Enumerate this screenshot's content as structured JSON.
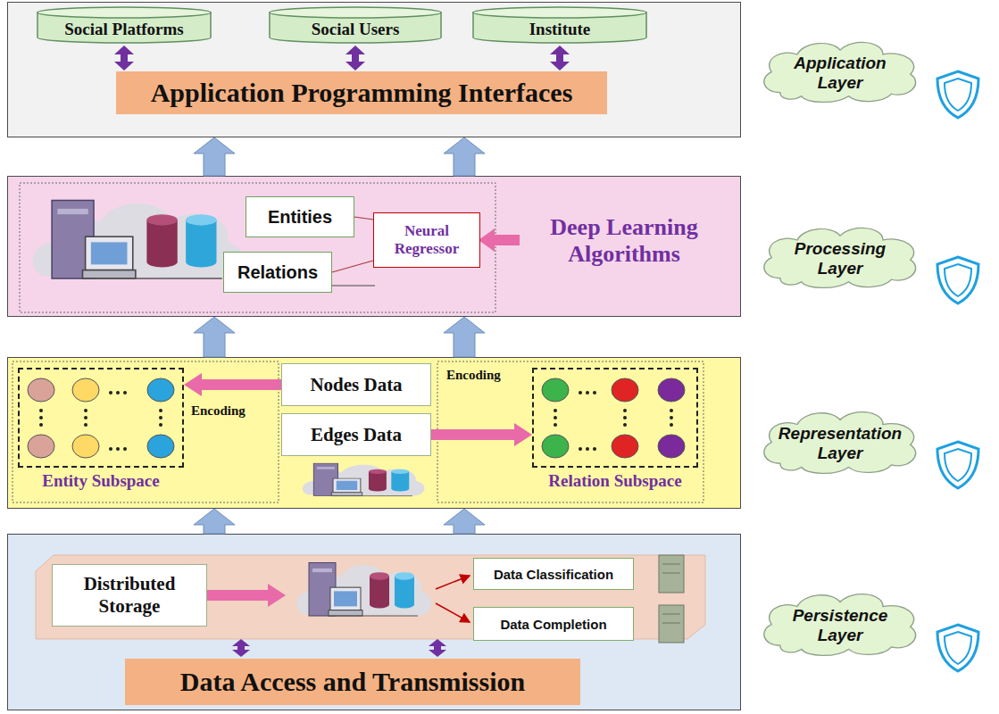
{
  "diagram": {
    "nodes": [
      {
        "text": []
      },
      {
        "text": [
          "Social Platforms"
        ],
        "in": 0
      },
      {
        "text": [
          "Social Users"
        ],
        "in": 0
      },
      {
        "text": [
          "Institute"
        ],
        "in": 0
      },
      {
        "text": [
          "Application Programming Interfaces"
        ],
        "in": 0
      },
      {
        "text": [
          "Application Layer"
        ]
      },
      {
        "text": [
          "Deep Learning Algorithms"
        ]
      },
      {
        "text": [
          "Entities"
        ],
        "in": 6
      },
      {
        "text": [
          "Relations"
        ],
        "in": 6
      },
      {
        "text": [
          "Neural Regressor"
        ],
        "in": 6
      },
      {
        "text": [
          "Processing Layer"
        ]
      },
      {
        "text": []
      },
      {
        "text": [
          "Entity Subspace"
        ],
        "in": 11
      },
      {
        "text": [
          "Nodes Data"
        ],
        "in": 11
      },
      {
        "text": [
          "Edges Data"
        ],
        "in": 11
      },
      {
        "text": [
          "Relation Subspace"
        ],
        "in": 11
      },
      {
        "text": [
          "Representation Layer"
        ]
      },
      {
        "text": []
      },
      {
        "text": [
          "Distributed Storage"
        ],
        "in": 17
      },
      {
        "text": [
          "Data Classification"
        ],
        "in": 17
      },
      {
        "text": [
          "Data Completion"
        ],
        "in": 17
      },
      {
        "text": [
          "Data Access and Transmission"
        ],
        "in": 17
      },
      {
        "text": [
          "Persistence Layer"
        ]
      }
    ],
    "edges": [
      {
        "from": 1,
        "to": 4,
        "arrow": "both"
      },
      {
        "from": 2,
        "to": 4,
        "arrow": "both"
      },
      {
        "from": 3,
        "to": 4,
        "arrow": "both"
      },
      {
        "from": 6,
        "to": 0,
        "arrow": "to"
      },
      {
        "from": 6,
        "to": 0,
        "arrow": "to"
      },
      {
        "from": 11,
        "to": 6,
        "arrow": "to"
      },
      {
        "from": 11,
        "to": 6,
        "arrow": "to"
      },
      {
        "from": 17,
        "to": 11,
        "arrow": "to"
      },
      {
        "from": 17,
        "to": 11,
        "arrow": "to"
      },
      {
        "from": 7,
        "to": 9,
        "arrow": "none"
      },
      {
        "from": 8,
        "to": 9,
        "arrow": "none"
      },
      {
        "from": 13,
        "to": 12,
        "arrow": "to"
      },
      {
        "from": 14,
        "to": 15,
        "arrow": "to"
      }
    ],
    "labels": [
      "Encoding",
      "Encoding"
    ]
  }
}
